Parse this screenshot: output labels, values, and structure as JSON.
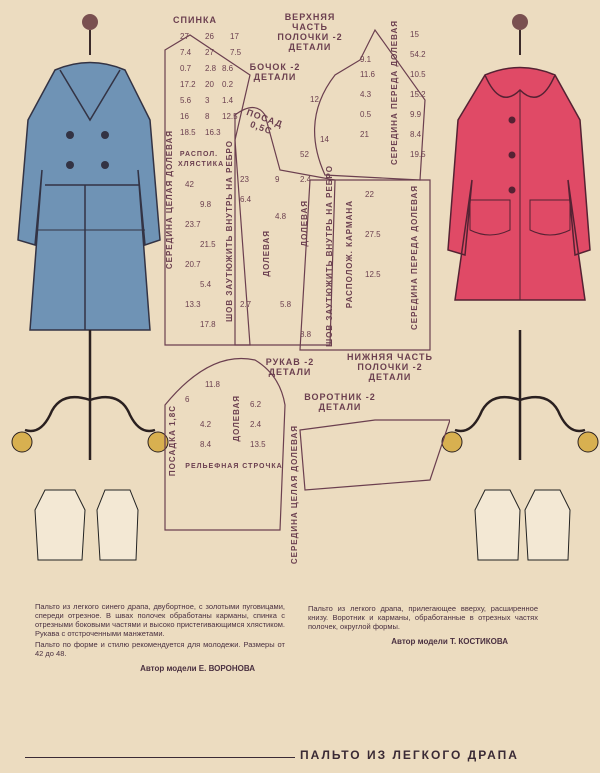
{
  "pattern": {
    "labels": {
      "back": "СПИНКА",
      "front_upper": "ВЕРХНЯЯ ЧАСТЬ ПОЛОЧКИ -2 ДЕТАЛИ",
      "side": "БОЧОК -2 ДЕТАЛИ",
      "sleeve": "РУКАВ -2 ДЕТАЛИ",
      "front_lower": "НИЖНЯЯ ЧАСТЬ ПОЛОЧКИ -2 ДЕТАЛИ",
      "collar": "ВОРОТНИК -2 ДЕТАЛИ",
      "ease": "ПОСАД 0,5С",
      "back_center": "СЕРЕДИНА ЦЕЛАЯ ДОЛЕВАЯ",
      "seam1": "ШОВ ЗАУТЮЖИТЬ ВНУТРЬ НА РЕБРО",
      "seam2": "ШОВ ЗАУТЮЖИТЬ ВНУТРЬ НА РЕБРО",
      "grain1": "ДОЛЕВАЯ",
      "grain2": "ДОЛЕВАЯ",
      "grain_sleeve": "ДОЛЕВАЯ",
      "belt": "РАСПОЛ. ХЛЯСТИКА",
      "pocket": "РАСПОЛОЖ. КАРМАНА",
      "front_center1": "СЕРЕДИНА ПЕРЕДА ДОЛЕВАЯ",
      "front_center2": "СЕРЕДИНА ПЕРЕДА ДОЛЕВАЯ",
      "sleeve_ease": "ПОСАДКА 1,8С",
      "stitch": "РЕЛЬЕФНАЯ СТРОЧКА",
      "collar_center": "СЕРЕДИНА ЦЕЛАЯ ДОЛЕВАЯ"
    },
    "numbers": [
      "27",
      "26",
      "17",
      "7.4",
      "27",
      "7.5",
      "0.7",
      "2.8",
      "8.6",
      "17.2",
      "20",
      "0.2",
      "5.6",
      "3",
      "1.4",
      "16",
      "8",
      "12.5",
      "18.5",
      "16.3",
      "42",
      "9.8",
      "23.7",
      "21.5",
      "20.7",
      "5.4",
      "13.3",
      "17.8",
      "23",
      "9",
      "2.4",
      "6.4",
      "4.8",
      "2.7",
      "5.8",
      "8.8",
      "9.1",
      "11.6",
      "4.3",
      "0.5",
      "21",
      "12",
      "52",
      "14",
      "15",
      "54.2",
      "10.5",
      "15.2",
      "9.9",
      "8.4",
      "19.5",
      "22",
      "27.5",
      "12.5",
      "6",
      "11.8",
      "6.2",
      "4.2",
      "2.4",
      "8.4",
      "13.5"
    ]
  },
  "descriptions": {
    "left": "Пальто из легкого синего драпа, двубортное, с золотыми пуговицами, спереди отрезное. В швах полочек обработаны карманы, спинка с отрезными боковыми частями и высоко пристегивающимся хлястиком. Рукава с отстроченными манжетами.",
    "left2": "Пальто по форме и стилю рекомендуется для молодежи. Размеры от 42 до 48.",
    "left_author": "Автор модели Е. ВОРОНОВА",
    "right": "Пальто из легкого драпа, прилегающее вверху, расширенное книзу. Воротник и карманы, обработанные в отрезных частях полочек, округлой формы.",
    "right_author": "Автор модели Т. КОСТИКОВА"
  },
  "footer": {
    "title": "ПАЛЬТО ИЗ ЛЕГКОГО ДРАПА"
  },
  "colors": {
    "blue_coat": "#6f93b5",
    "red_coat": "#e04a66",
    "paper": "#ecdcc0",
    "ink": "#6b3f4f"
  }
}
